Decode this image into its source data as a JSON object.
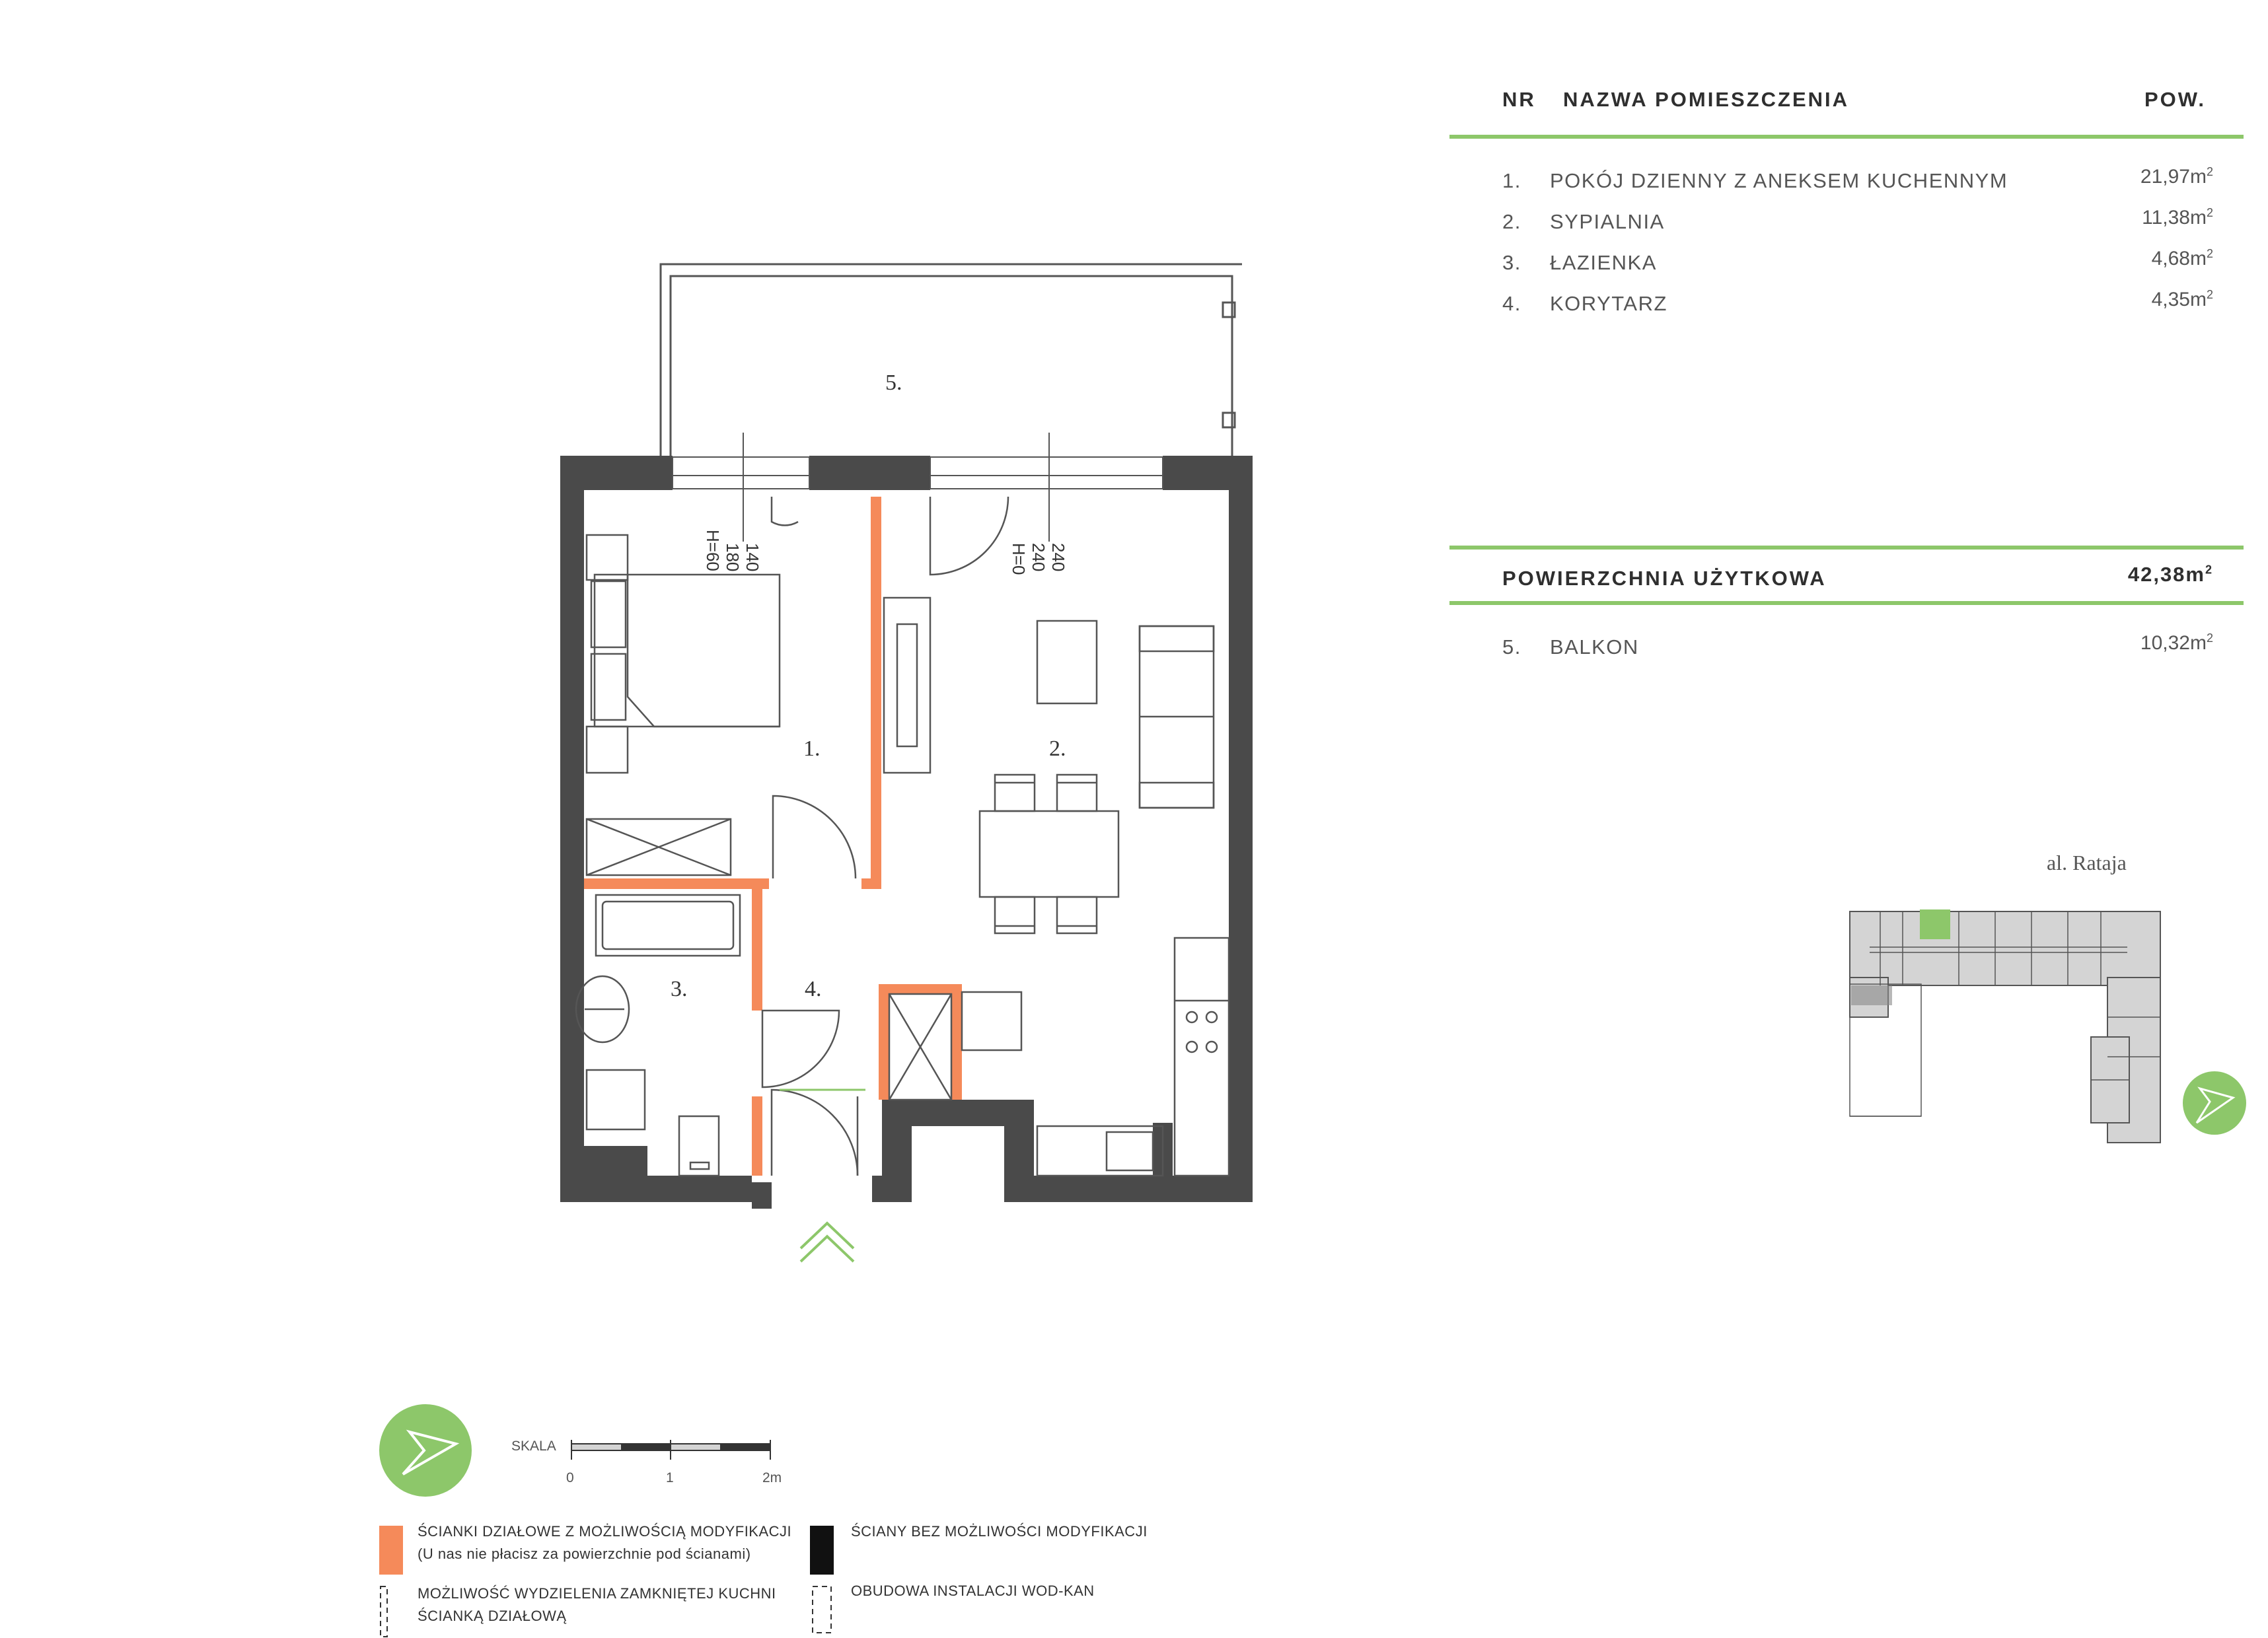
{
  "table": {
    "header": {
      "nr": "NR",
      "name": "NAZWA POMIESZCZENIA",
      "area": "POW."
    },
    "rooms": [
      {
        "nr": "1.",
        "name": "POKÓJ DZIENNY Z ANEKSEM KUCHENNYM",
        "area": "21,97m",
        "unit_sup": "2"
      },
      {
        "nr": "2.",
        "name": "SYPIALNIA",
        "area": "11,38m",
        "unit_sup": "2"
      },
      {
        "nr": "3.",
        "name": "ŁAZIENKA",
        "area": "4,68m",
        "unit_sup": "2"
      },
      {
        "nr": "4.",
        "name": "KORYTARZ",
        "area": "4,35m",
        "unit_sup": "2"
      }
    ],
    "usable_label": "POWIERZCHNIA UŻYTKOWA",
    "usable_area": "42,38m",
    "usable_sup": "2",
    "balcony": {
      "nr": "5.",
      "name": "BALKON",
      "area": "10,32m",
      "unit_sup": "2"
    }
  },
  "plan": {
    "room_labels": {
      "r1": "1.",
      "r2": "2.",
      "r3": "3.",
      "r4": "4.",
      "r5": "5."
    },
    "window_left": {
      "w": "140",
      "h": "180",
      "sill": "H=60"
    },
    "window_right": {
      "w": "240",
      "h": "240",
      "sill": "H=0"
    }
  },
  "key_plan": {
    "street": "al. Rataja"
  },
  "scale": {
    "label": "SKALA",
    "ticks": [
      "0",
      "1",
      "2m"
    ]
  },
  "legend": {
    "orange": "ŚCIANKI DZIAŁOWE Z MOŻLIWOŚCIĄ MODYFIKACJI",
    "orange_note": "(U nas nie płacisz za powierzchnie pod ścianami)",
    "black": "ŚCIANY BEZ MOŻLIWOŚCI MODYFIKACJI",
    "dashed_kitchen_1": "MOŻLIWOŚĆ WYDZIELENIA ZAMKNIĘTEJ KUCHNI",
    "dashed_kitchen_2": "ŚCIANKĄ DZIAŁOWĄ",
    "dashed_install": "OBUDOWA INSTALACJI WOD-KAN"
  },
  "colors": {
    "wall": "#4a4a4a",
    "partition": "#f58a5a",
    "accent": "#8dc76a"
  }
}
